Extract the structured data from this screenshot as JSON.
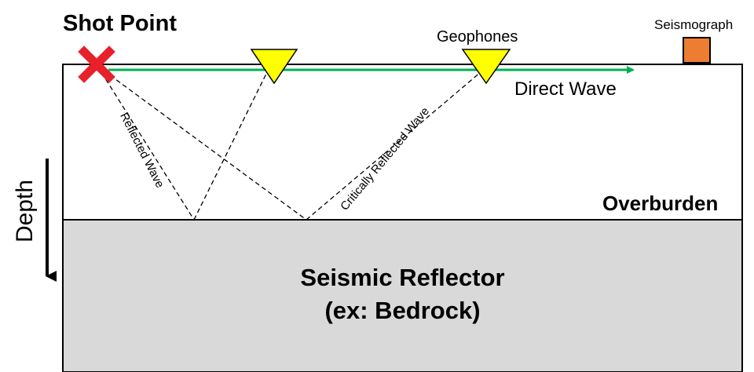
{
  "labels": {
    "shot_point": "Shot Point",
    "geophones": "Geophones",
    "seismograph": "Seismograph",
    "direct_wave": "Direct Wave",
    "reflected_wave": "Reflected Wave",
    "critically_reflected_wave": "Critically Reflected Wave",
    "overburden": "Overburden",
    "reflector_line1": "Seismic Reflector",
    "reflector_line2": "(ex: Bedrock)",
    "depth": "Depth"
  },
  "colors": {
    "shot_marker": "#e8202a",
    "geophone_fill": "#ffff00",
    "seismograph_fill": "#ed7d31",
    "direct_wave": "#00b050",
    "reflector_fill": "#d9d9d9",
    "outline": "#000000"
  },
  "icons": {
    "shot_point": "red-x-marker",
    "geophone": "yellow-downward-triangle",
    "seismograph": "orange-square"
  }
}
